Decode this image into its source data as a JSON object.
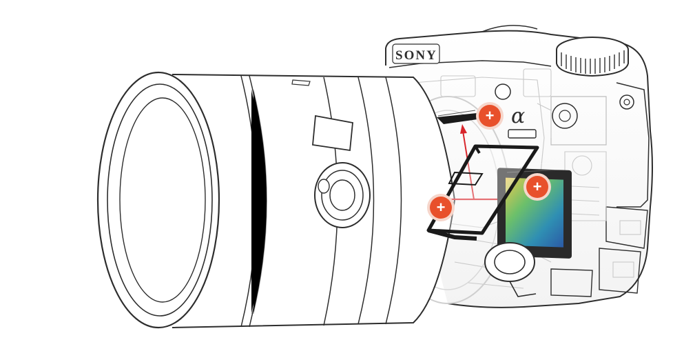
{
  "camera": {
    "brand_text": "SONY",
    "alpha_symbol": "α"
  },
  "hotspots": [
    {
      "id": "pentamirror",
      "symbol": "+"
    },
    {
      "id": "translucent-mirror",
      "symbol": "+"
    },
    {
      "id": "image-sensor",
      "symbol": "+"
    }
  ],
  "colors": {
    "light_path": "#d8262c",
    "hotspot_fill": "#e8502b",
    "hotspot_ring": "#f6d6cb",
    "outline": "#2d2d2d",
    "ghost": "#c9c9c9",
    "mirror_frame": "#1a1a1a",
    "sensor_gradient": [
      "#e9c850",
      "#6cc06a",
      "#2f8fb3",
      "#2b5aa6"
    ]
  }
}
